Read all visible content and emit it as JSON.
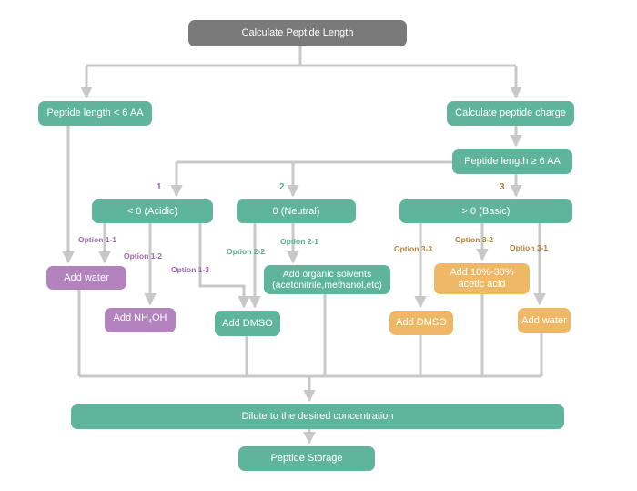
{
  "nodes": {
    "start": "Calculate Peptide Length",
    "short": "Peptide length < 6 AA",
    "charge": "Calculate peptide charge",
    "long": "Peptide length ≥ 6 AA",
    "acidic": "< 0 (Acidic)",
    "neutral": "0 (Neutral)",
    "basic": "> 0 (Basic)",
    "add_water_1": "Add water",
    "add_nh4oh_pre": "Add NH",
    "add_nh4oh_sub": "4",
    "add_nh4oh_post": "OH",
    "add_dmso_2": "Add DMSO",
    "organic_line1": "Add organic solvents",
    "organic_line2": "(acetonitrile,methanol,etc)",
    "add_dmso_3": "Add DMSO",
    "acetic_line1": "Add 10%-30%",
    "acetic_line2": "acetic acid",
    "add_water_3": "Add water",
    "dilute": "Dilute to the desired concentration",
    "storage": "Peptide Storage"
  },
  "numbers": {
    "n1": "1",
    "n2": "2",
    "n3": "3"
  },
  "options": {
    "o11": "Option 1-1",
    "o12": "Option 1-2",
    "o13": "Option 1-3",
    "o21": "Option 2-1",
    "o22": "Option 2-2",
    "o31": "Option 3-1",
    "o32": "Option 3-2",
    "o33": "Option 3-3"
  },
  "colors": {
    "green": "#5fb59b",
    "gray": "#7a7a7a",
    "purple": "#b283bd",
    "orange": "#efb866",
    "connector": "#c8c8c8"
  }
}
